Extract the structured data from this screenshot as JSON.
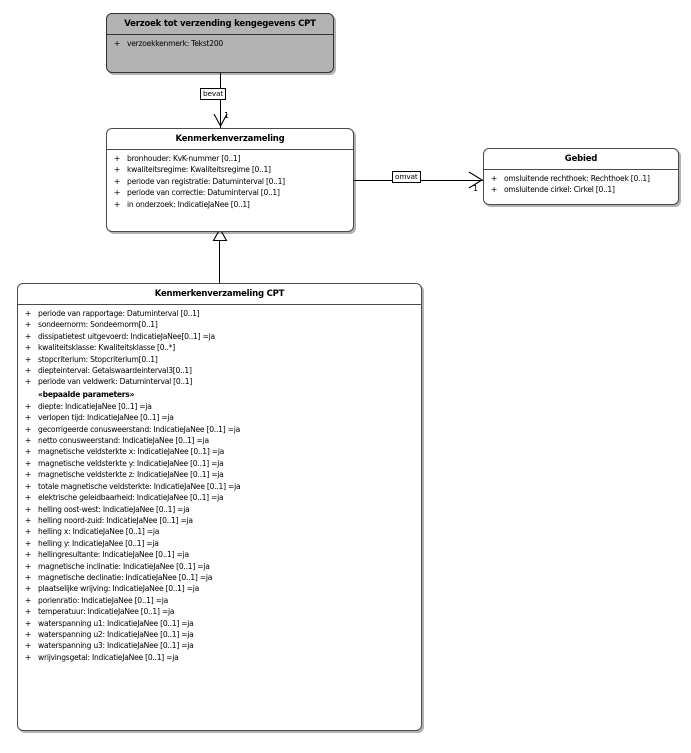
{
  "diagram": {
    "type": "uml-class-diagram",
    "language": "nl",
    "classes": [
      {
        "id": "verzoek",
        "name": "Verzoek tot verzending kengegevens CPT",
        "style": "shaded",
        "attributes": [
          {
            "visibility": "+",
            "text": "verzoekkenmerk: Tekst200"
          }
        ]
      },
      {
        "id": "kenmerkenverzameling",
        "name": "Kenmerkenverzameling",
        "style": "plain",
        "attributes": [
          {
            "visibility": "+",
            "text": "bronhouder: KvK-nummer [0..1]"
          },
          {
            "visibility": "+",
            "text": "kwaliteitsregime: Kwaliteitsregime [0..1]"
          },
          {
            "visibility": "+",
            "text": "periode van registratie: Datuminterval [0..1]"
          },
          {
            "visibility": "+",
            "text": "periode van correctie: Datuminterval [0..1]"
          },
          {
            "visibility": "+",
            "text": "in onderzoek: IndicatieJaNee [0..1]"
          }
        ]
      },
      {
        "id": "gebied",
        "name": "Gebied",
        "style": "plain",
        "attributes": [
          {
            "visibility": "+",
            "text": "omsluitende rechthoek: Rechthoek [0..1]"
          },
          {
            "visibility": "+",
            "text": "omsluitende cirkel: Cirkel [0..1]"
          }
        ]
      },
      {
        "id": "kenmerkenverzameling-cpt",
        "name": "Kenmerkenverzameling CPT",
        "style": "plain",
        "attributes": [
          {
            "visibility": "+",
            "text": "periode van rapportage: Datuminterval [0..1]"
          },
          {
            "visibility": "+",
            "text": "sondeernorm: Sondeernorm[0..1]"
          },
          {
            "visibility": "+",
            "text": "dissipatietest uitgevoerd: IndicatieJaNee[0..1] =ja"
          },
          {
            "visibility": "+",
            "text": "kwaliteitsklasse: Kwaliteitsklasse [0..*]"
          },
          {
            "visibility": "+",
            "text": "stopcriterium: Stopcriterium[0..1]"
          },
          {
            "visibility": "+",
            "text": "diepteinterval: Getalswaardeinterval3[0..1]"
          },
          {
            "visibility": "+",
            "text": "periode van veldwerk: Datuminterval [0..1]"
          }
        ],
        "stereotype": "«bepaalde parameters»",
        "stereotype_attributes": [
          {
            "visibility": "+",
            "text": "diepte: IndicatieJaNee [0..1] =ja"
          },
          {
            "visibility": "+",
            "text": "verlopen tijd: IndicatieJaNee [0..1] =ja"
          },
          {
            "visibility": "+",
            "text": "gecorrigeerde conusweerstand: IndicatieJaNee [0..1] =ja"
          },
          {
            "visibility": "+",
            "text": "netto conusweerstand: IndicatieJaNee [0..1] =ja"
          },
          {
            "visibility": "+",
            "text": "magnetische veldsterkte x: IndicatieJaNee [0..1] =ja"
          },
          {
            "visibility": "+",
            "text": "magnetische veldsterkte y: IndicatieJaNee [0..1] =ja"
          },
          {
            "visibility": "+",
            "text": "magnetische veldsterkte z: IndicatieJaNee [0..1] =ja"
          },
          {
            "visibility": "+",
            "text": "totale magnetische veldsterkte: IndicatieJaNee [0..1] =ja"
          },
          {
            "visibility": "+",
            "text": "elektrische geleidbaarheid: IndicatieJaNee [0..1] =ja"
          },
          {
            "visibility": "+",
            "text": "helling oost-west: IndicatieJaNee [0..1] =ja"
          },
          {
            "visibility": "+",
            "text": "helling noord-zuid: IndicatieJaNee [0..1] =ja"
          },
          {
            "visibility": "+",
            "text": "helling x: IndicatieJaNee [0..1] =ja"
          },
          {
            "visibility": "+",
            "text": "helling y: IndicatieJaNee [0..1] =ja"
          },
          {
            "visibility": "+",
            "text": "hellingresultante: IndicatieJaNee [0..1] =ja"
          },
          {
            "visibility": "+",
            "text": "magnetische inclinatie: IndicatieJaNee [0..1] =ja"
          },
          {
            "visibility": "+",
            "text": "magnetische declinatie: IndicatieJaNee [0..1] =ja"
          },
          {
            "visibility": "+",
            "text": "plaatselijke wrijving: IndicatieJaNee [0..1] =ja"
          },
          {
            "visibility": "+",
            "text": "porienratio: IndicatieJaNee [0..1] =ja"
          },
          {
            "visibility": "+",
            "text": "temperatuur: IndicatieJaNee [0..1] =ja"
          },
          {
            "visibility": "+",
            "text": "waterspanning u1: IndicatieJaNee [0..1] =ja"
          },
          {
            "visibility": "+",
            "text": "waterspanning u2: IndicatieJaNee [0..1] =ja"
          },
          {
            "visibility": "+",
            "text": "waterspanning u3: IndicatieJaNee [0..1] =ja"
          },
          {
            "visibility": "+",
            "text": "wrijvingsgetal: IndicatieJaNee [0..1] =ja"
          }
        ]
      }
    ],
    "relations": [
      {
        "id": "bevat",
        "kind": "association",
        "label": "bevat",
        "from": "verzoek",
        "to": "kenmerkenverzameling",
        "target_multiplicity": "1"
      },
      {
        "id": "omvat",
        "kind": "association",
        "label": "omvat",
        "from": "kenmerkenverzameling",
        "to": "gebied",
        "target_multiplicity": "1"
      },
      {
        "id": "generalization",
        "kind": "generalization",
        "label": "",
        "from": "kenmerkenverzameling-cpt",
        "to": "kenmerkenverzameling",
        "target_multiplicity": ""
      }
    ],
    "colors": {
      "shaded_fill": "#b3b3b3",
      "plain_fill": "#ffffff",
      "border": "#4a4a4a",
      "line": "#000000"
    }
  }
}
